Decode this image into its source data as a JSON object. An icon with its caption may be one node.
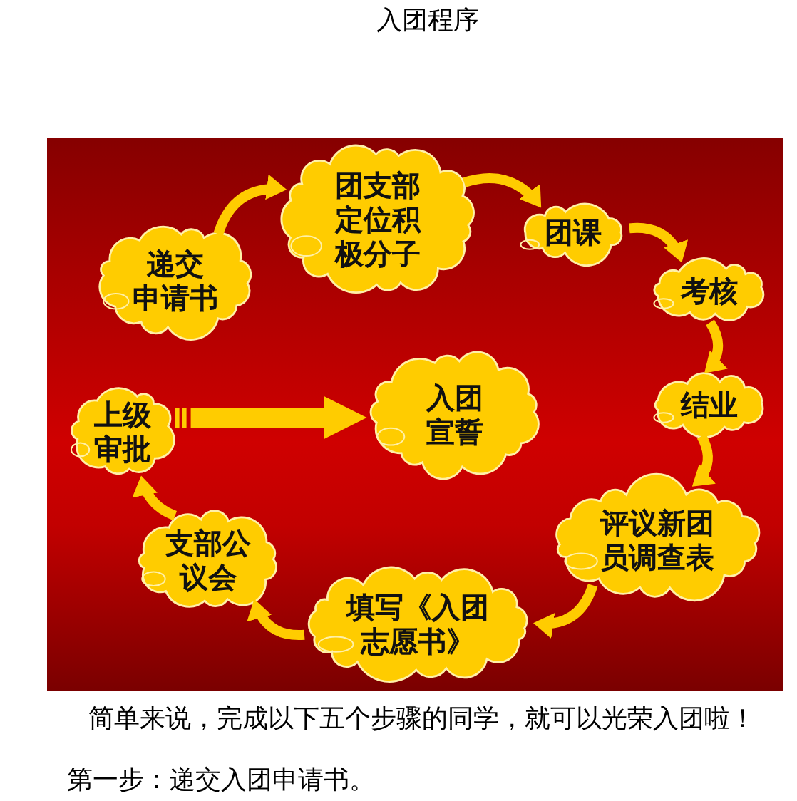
{
  "diagram": {
    "title": "入团程序",
    "nodes": [
      {
        "text": [
          "递交申请书"
        ]
      },
      {
        "text": [
          "团支部定位积极分子"
        ]
      },
      {
        "text": [
          "团课"
        ]
      },
      {
        "text": [
          "考核"
        ]
      },
      {
        "text": [
          "结业"
        ]
      },
      {
        "text": [
          "评议新团员调查表"
        ]
      },
      {
        "text": [
          "填写《入团志愿书》"
        ]
      },
      {
        "text": [
          "支部公议会"
        ]
      },
      {
        "text": [
          "上级审批"
        ]
      },
      {
        "text": [
          "入团宣誓"
        ]
      }
    ],
    "edges": [
      {
        "from": 0,
        "to": 1,
        "arrow": "to"
      },
      {
        "from": 1,
        "to": 2,
        "arrow": "to"
      },
      {
        "from": 2,
        "to": 3,
        "arrow": "to"
      },
      {
        "from": 3,
        "to": 4,
        "arrow": "to"
      },
      {
        "from": 4,
        "to": 5,
        "arrow": "to"
      },
      {
        "from": 5,
        "to": 6,
        "arrow": "to"
      },
      {
        "from": 6,
        "to": 7,
        "arrow": "to"
      },
      {
        "from": 7,
        "to": 8,
        "arrow": "to"
      },
      {
        "from": 8,
        "to": 9,
        "arrow": "to",
        "style": "thick"
      }
    ],
    "labels": [
      "简单来说，完成以下五个步骤的同学，就可以光荣入团啦！",
      "第一步：递交入团申请书。"
    ]
  }
}
